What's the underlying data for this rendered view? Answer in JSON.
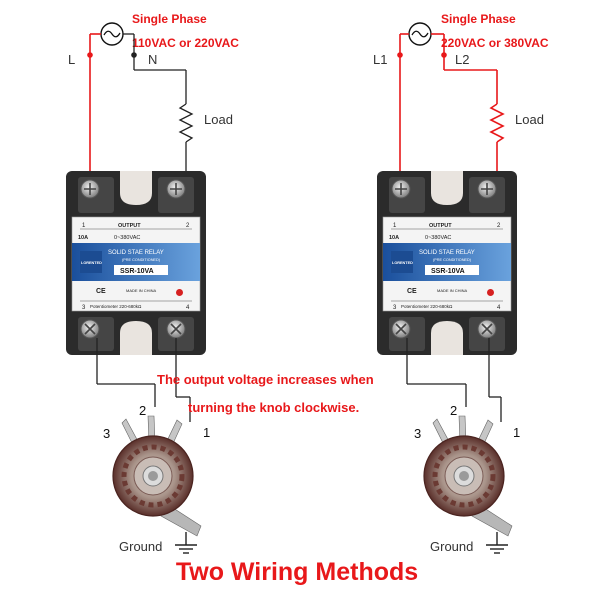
{
  "left_circuit": {
    "phase_title": "Single Phase",
    "voltage_label": "110VAC or 220VAC",
    "line_label": "L",
    "neutral_label": "N",
    "load_label": "Load",
    "ground_label": "Ground"
  },
  "right_circuit": {
    "phase_title": "Single Phase",
    "voltage_label": "220VAC or 380VAC",
    "line_label": "L1",
    "neutral_label": "L2",
    "load_label": "Load",
    "ground_label": "Ground"
  },
  "relay": {
    "terminal_1": "1",
    "terminal_2": "2",
    "terminal_3": "3",
    "terminal_4": "4",
    "output_label": "OUTPUT",
    "current_rating": "10A",
    "voltage_range": "0~380VAC",
    "brand": "LORENTED",
    "product_name": "SOLID STAE RELAY",
    "sub_name": "(PRE CONDITIONED)",
    "model": "SSR-10VA",
    "ce_mark": "CE",
    "made_in": "MADE IN CHINA",
    "pot_label": "Potentiometer 220-680kΩ"
  },
  "potentiometer": {
    "pin_1": "1",
    "pin_2": "2",
    "pin_3": "3"
  },
  "annotation_line1": "The output voltage increases when",
  "annotation_line2": "turning the knob clockwise.",
  "footer_title": "Two Wiring Methods",
  "colors": {
    "accent_red": "#e8181a",
    "wire_black": "#333333",
    "relay_blue": "#1d64b4"
  }
}
